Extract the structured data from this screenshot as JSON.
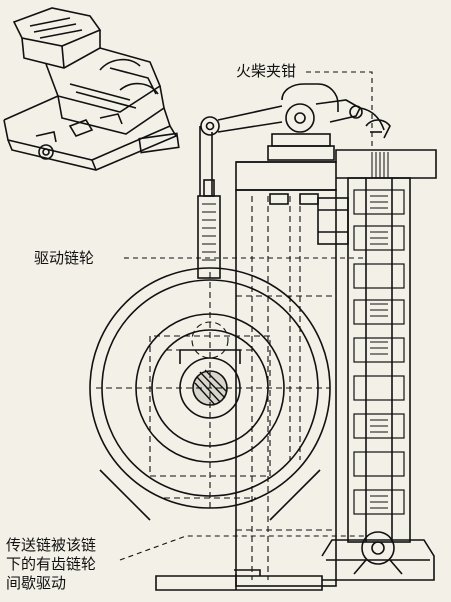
{
  "labels": {
    "match_clamp": "火柴夹钳",
    "drive_sprocket": "驱动链轮",
    "transfer_chain": "传送链被该链\n下的有齿链轮\n间歇驱动"
  },
  "colors": {
    "ink": "#111111",
    "paper": "#f3f0e8"
  }
}
